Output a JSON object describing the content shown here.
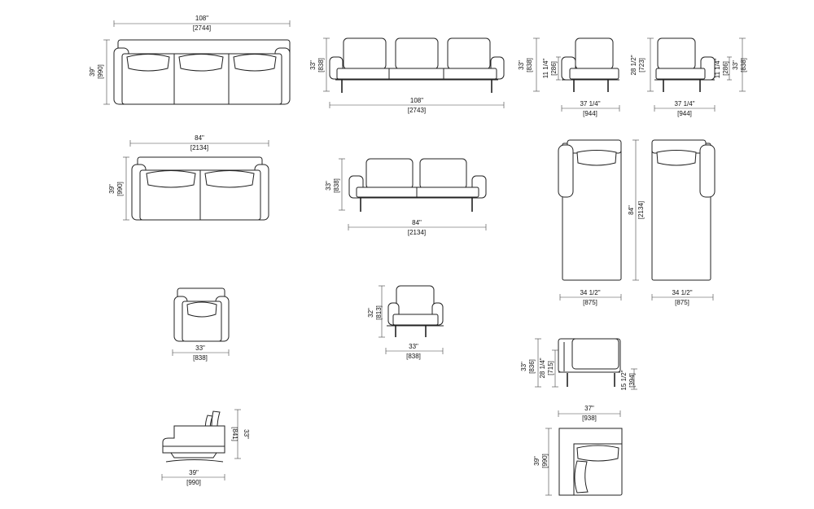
{
  "dims": {
    "sofa3_top_w": "108\"",
    "sofa3_top_w_mm": "[2744]",
    "sofa3_top_d": "39\"",
    "sofa3_top_d_mm": "[990]",
    "sofa3_front_h": "33\"",
    "sofa3_front_h_mm": "[838]",
    "sofa3_front_w": "108\"",
    "sofa3_front_w_mm": "[2743]",
    "arm_front_h": "33\"",
    "arm_front_h_mm": "[838]",
    "arm_front_arm": "11 1/4\"",
    "arm_front_arm_mm": "[286]",
    "arm_front_seat": "28 1/2\"",
    "arm_front_seat_mm": "[723]",
    "arm_front_w": "37 1/4\"",
    "arm_front_w_mm": "[944]",
    "arm_front2_arm": "11 1/4\"",
    "arm_front2_arm_mm": "[286]",
    "arm_front2_h": "33\"",
    "arm_front2_h_mm": "[838]",
    "arm_front2_w": "37 1/4\"",
    "arm_front2_w_mm": "[944]",
    "sofa2_top_w": "84\"",
    "sofa2_top_w_mm": "[2134]",
    "sofa2_top_d": "39\"",
    "sofa2_top_d_mm": "[990]",
    "sofa2_front_h": "33\"",
    "sofa2_front_h_mm": "[838]",
    "sofa2_front_w": "84\"",
    "sofa2_front_w_mm": "[2134]",
    "chaise_len": "84\"",
    "chaise_len_mm": "[2134]",
    "chaise_l_w": "34 1/2\"",
    "chaise_l_w_mm": "[875]",
    "chaise_r_w": "34 1/2\"",
    "chaise_r_w_mm": "[875]",
    "chair_top_w": "33\"",
    "chair_top_w_mm": "[838]",
    "chair_front_h": "32\"",
    "chair_front_h_mm": "[813]",
    "chair_front_w": "33\"",
    "chair_front_w_mm": "[838]",
    "corner_front_h": "33\"",
    "corner_front_h_mm": "[836]",
    "corner_front_seat": "28 1/4\"",
    "corner_front_seat_mm": "[715]",
    "corner_front_leg": "15 1/2\"",
    "corner_front_leg_mm": "[394]",
    "corner_front_w": "37\"",
    "corner_front_w_mm": "[938]",
    "corner_top_d": "39\"",
    "corner_top_d_mm": "[990]",
    "side_h": "33\"",
    "side_h_mm": "[841]",
    "side_w": "39\"",
    "side_w_mm": "[990]"
  }
}
